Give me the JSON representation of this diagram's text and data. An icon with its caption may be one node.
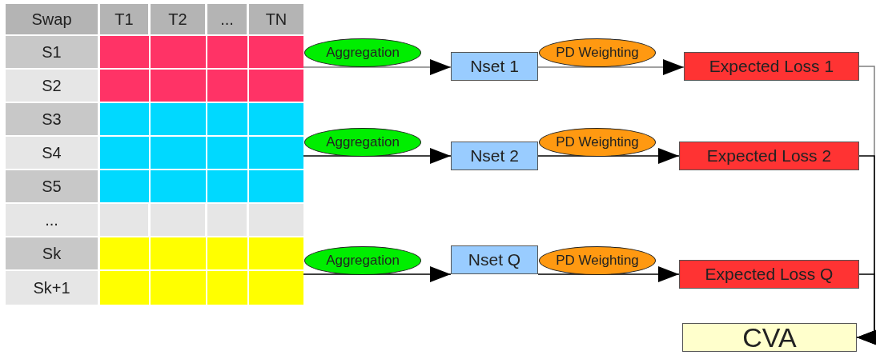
{
  "diagram": {
    "nodes": [
      {
        "text": [],
        "shape": "box"
      },
      {
        "text": [
          "Nset 1"
        ]
      },
      {
        "text": [
          "Expected Loss 1"
        ]
      },
      {
        "text": [],
        "shape": "box"
      },
      {
        "text": [
          "Nset 2"
        ]
      },
      {
        "text": [
          "Expected Loss 2"
        ]
      },
      {
        "text": [],
        "shape": "box"
      },
      {
        "text": [
          "Nset Q"
        ]
      },
      {
        "text": [
          "Expected Loss Q"
        ]
      },
      {
        "text": [
          "CVA"
        ]
      }
    ],
    "edges": [
      {
        "from": 0,
        "to": 1,
        "arrow": "to",
        "label": "Aggregation",
        "color": "#808080"
      },
      {
        "from": 1,
        "to": 2,
        "arrow": "to",
        "label": "PD Weighting",
        "color": "#808080"
      },
      {
        "from": 3,
        "to": 4,
        "arrow": "to",
        "label": "Aggregation"
      },
      {
        "from": 4,
        "to": 5,
        "arrow": "to",
        "label": "PD Weighting"
      },
      {
        "from": 6,
        "to": 7,
        "arrow": "to",
        "label": "Aggregation"
      },
      {
        "from": 7,
        "to": 8,
        "arrow": "to",
        "label": "PD Weighting"
      },
      {
        "from": 2,
        "to": 9,
        "arrow": "to",
        "color": "#808080"
      },
      {
        "from": 5,
        "to": 9,
        "arrow": "to"
      },
      {
        "from": 8,
        "to": 9,
        "arrow": "to"
      }
    ],
    "labels": [
      "Swap",
      "T1",
      "T2",
      "...",
      "TN",
      "S1",
      "S2",
      "S3",
      "S4",
      "S5",
      "...",
      "Sk",
      "Sk+1"
    ]
  }
}
